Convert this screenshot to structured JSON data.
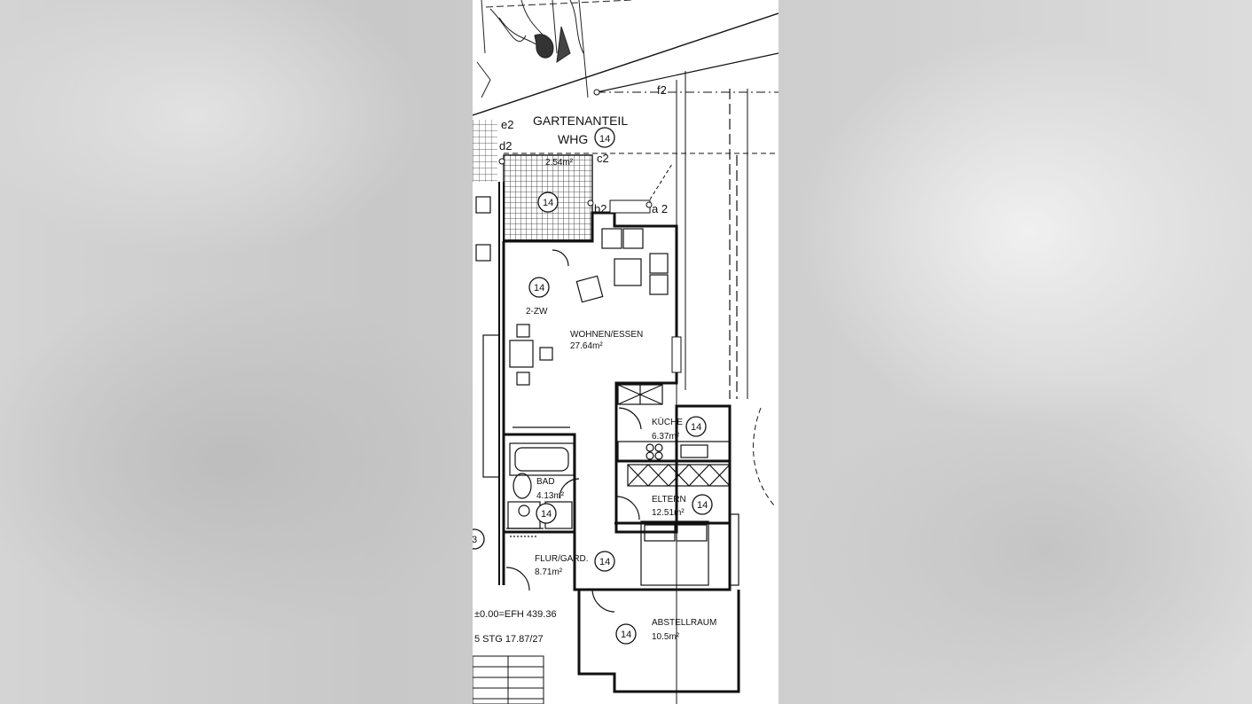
{
  "plan": {
    "garden_label_line1": "GARTENANTEIL",
    "garden_label_line2": "WHG",
    "unit_number": "14",
    "garden_area": "2.54m²",
    "unit_type": "2-ZW",
    "points": {
      "f2": "f2",
      "e2": "e2",
      "d2": "d2",
      "c2": "c2",
      "b2": "b2",
      "a2": "a 2"
    },
    "rooms": [
      {
        "name": "WOHNEN/ESSEN",
        "area": "27.64m²"
      },
      {
        "name": "KÜCHE",
        "area": "6.37m²"
      },
      {
        "name": "BAD",
        "area": "4.13m²"
      },
      {
        "name": "ELTERN",
        "area": "12.51m²"
      },
      {
        "name": "FLUR/GARD.",
        "area": "8.71m²"
      },
      {
        "name": "ABSTELLRAUM",
        "area": "10.5m²"
      }
    ],
    "level": "±0.00=EFH 439.36",
    "stair": "5 STG 17.87/27",
    "neighbor_unit": "3"
  }
}
